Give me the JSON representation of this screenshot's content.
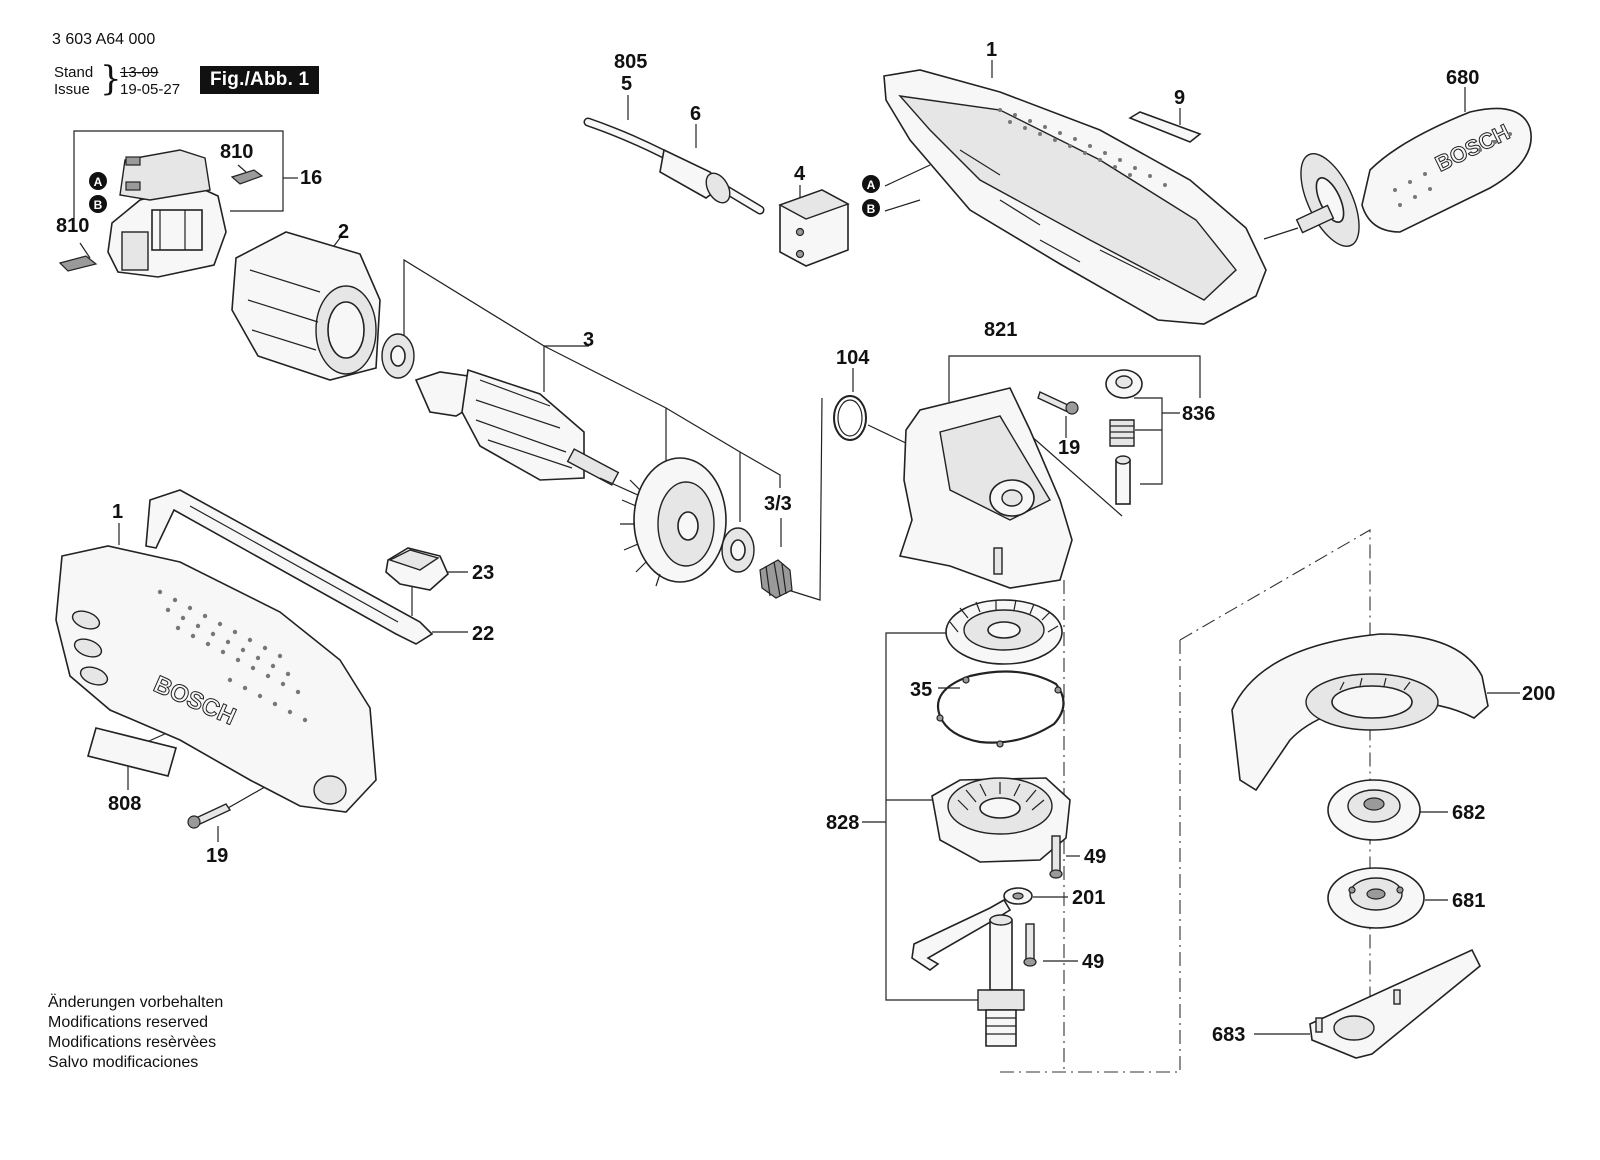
{
  "header": {
    "doc_number": "3 603 A64 000",
    "stand_label": "Stand",
    "issue_label": "Issue",
    "stand_date": "13-09",
    "issue_date": "19-05-27",
    "fig_label": "Fig./Abb. 1"
  },
  "notes": [
    "Änderungen vorbehalten",
    "Modifications reserved",
    "Modifications resèrvèes",
    "Salvo modificaciones"
  ],
  "callouts": {
    "p805": "805",
    "p5": "5",
    "p6": "6",
    "p4": "4",
    "p1_top": "1",
    "p9": "9",
    "p680": "680",
    "p810_top": "810",
    "p810_left": "810",
    "p16": "16",
    "p2": "2",
    "p3": "3",
    "p3_3": "3/3",
    "p104": "104",
    "p821": "821",
    "p836": "836",
    "p19_top": "19",
    "p1_bottom": "1",
    "p23": "23",
    "p22": "22",
    "p808": "808",
    "p19_bottom": "19",
    "p35": "35",
    "p828": "828",
    "p49_a": "49",
    "p201": "201",
    "p49_b": "49",
    "p200": "200",
    "p682": "682",
    "p681": "681",
    "p683": "683"
  },
  "markers": {
    "a": "A",
    "b": "B"
  },
  "brand": {
    "logo_text": "BOSCH"
  },
  "colors": {
    "ink": "#111111",
    "badge_bg": "#111111",
    "badge_text": "#ffffff",
    "part_fill": "#f7f7f7",
    "part_shade": "#9a9a9a"
  }
}
